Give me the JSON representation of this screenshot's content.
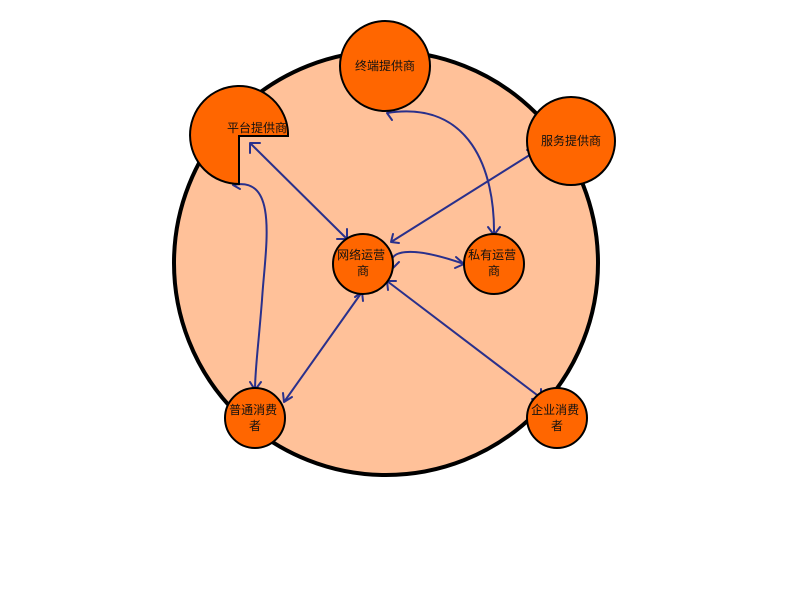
{
  "colors": {
    "outer_fill": "#FFC199",
    "node_fill": "#FF6600",
    "stroke": "#000000",
    "edge": "#29308C"
  },
  "nodes": {
    "terminal": {
      "lines": [
        "终端提供商"
      ]
    },
    "platform": {
      "lines": [
        "平台提供商"
      ]
    },
    "service": {
      "lines": [
        "服务提供商"
      ]
    },
    "network": {
      "lines": [
        "网络运营",
        "商"
      ]
    },
    "private": {
      "lines": [
        "私有运营",
        "商"
      ]
    },
    "consumer": {
      "lines": [
        "普通消费",
        "者"
      ]
    },
    "enterprise": {
      "lines": [
        "企业消费",
        "者"
      ]
    }
  }
}
